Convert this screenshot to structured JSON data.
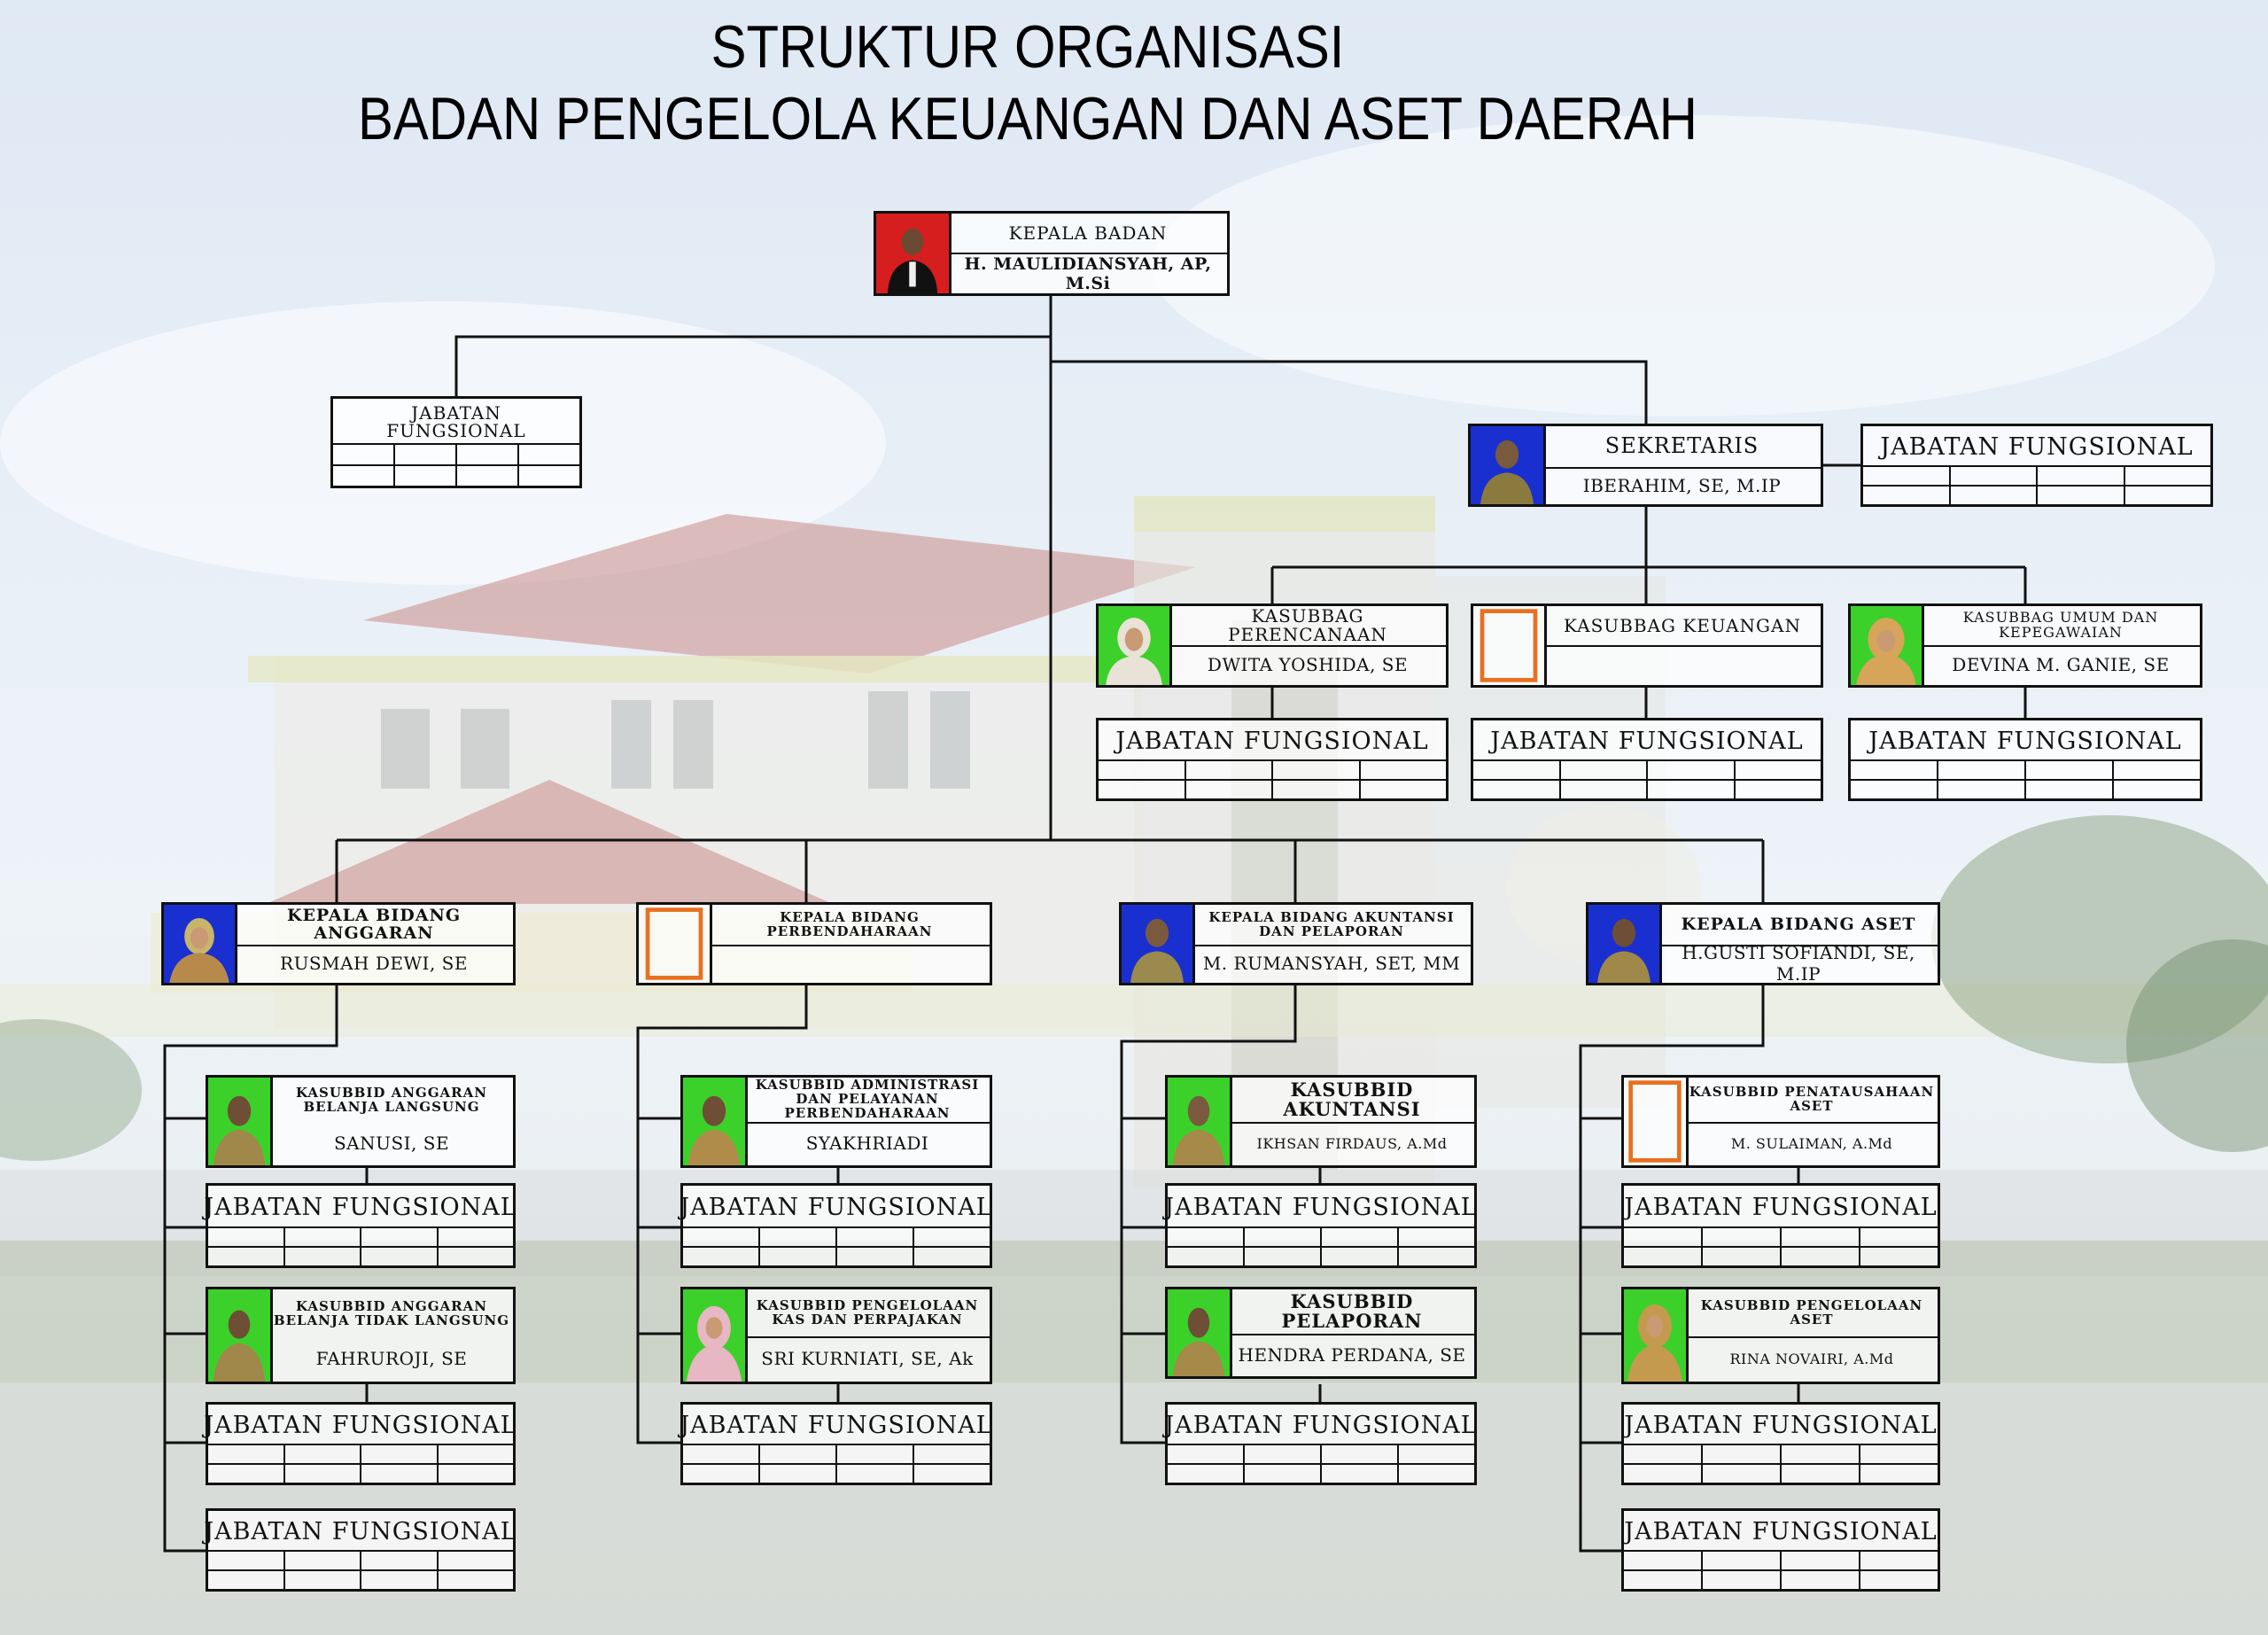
{
  "title": {
    "line1": "STRUKTUR ORGANISASI",
    "line2": "BADAN PENGELOLA KEUANGAN DAN ASET DAERAH"
  },
  "head": {
    "position": "KEPALA BADAN",
    "name": "H. MAULIDIANSYAH, AP, M.Si"
  },
  "jabatan_fungsional_label": "JABATAN FUNGSIONAL",
  "jabatan_fungsional_top": {
    "line1": "JABATAN",
    "line2": "FUNGSIONAL"
  },
  "sekretaris": {
    "position": "SEKRETARIS",
    "name": "IBERAHIM, SE, M.IP"
  },
  "kasubbag": [
    {
      "position": "KASUBBAG PERENCANAAN",
      "name": "DWITA YOSHIDA, SE"
    },
    {
      "position": "KASUBBAG KEUANGAN",
      "name": ""
    },
    {
      "position": "KASUBBAG UMUM DAN KEPEGAWAIAN",
      "name": "DEVINA M. GANIE, SE"
    }
  ],
  "bidang": [
    {
      "position": "KEPALA BIDANG ANGGARAN",
      "name": "RUSMAH DEWI, SE",
      "sub": [
        {
          "position": "KASUBBID ANGGARAN BELANJA LANGSUNG",
          "name": "SANUSI, SE"
        },
        {
          "position": "KASUBBID ANGGARAN BELANJA TIDAK LANGSUNG",
          "name": "FAHRUROJI, SE"
        }
      ]
    },
    {
      "position": "KEPALA BIDANG PERBENDAHARAAN",
      "name": "",
      "sub": [
        {
          "position": "KASUBBID ADMINISTRASI DAN PELAYANAN PERBENDAHARAAN",
          "name": "SYAKHRIADI"
        },
        {
          "position": "KASUBBID PENGELOLAAN KAS DAN PERPAJAKAN",
          "name": "SRI KURNIATI, SE, Ak"
        }
      ]
    },
    {
      "position": "KEPALA BIDANG AKUNTANSI DAN PELAPORAN",
      "name": "M. RUMANSYAH, SET, MM",
      "sub": [
        {
          "position": "KASUBBID AKUNTANSI",
          "name": "IKHSAN FIRDAUS, A.Md"
        },
        {
          "position": "KASUBBID PELAPORAN",
          "name": "HENDRA PERDANA, SE"
        }
      ]
    },
    {
      "position": "KEPALA BIDANG ASET",
      "name": "H.GUSTI SOFIANDI, SE, M.IP",
      "sub": [
        {
          "position": "KASUBBID PENATAUSAHAAN ASET",
          "name": "M. SULAIMAN, A.Md"
        },
        {
          "position": "KASUBBID PENGELOLAAN ASET",
          "name": "RINA NOVAIRI, A.Md"
        }
      ]
    }
  ],
  "colors": {
    "photo_red": "#d61e1e",
    "photo_blue": "#1a2fd0",
    "photo_green": "#3bd12a",
    "placeholder_orange": "#e8701e",
    "line": "#111111"
  }
}
